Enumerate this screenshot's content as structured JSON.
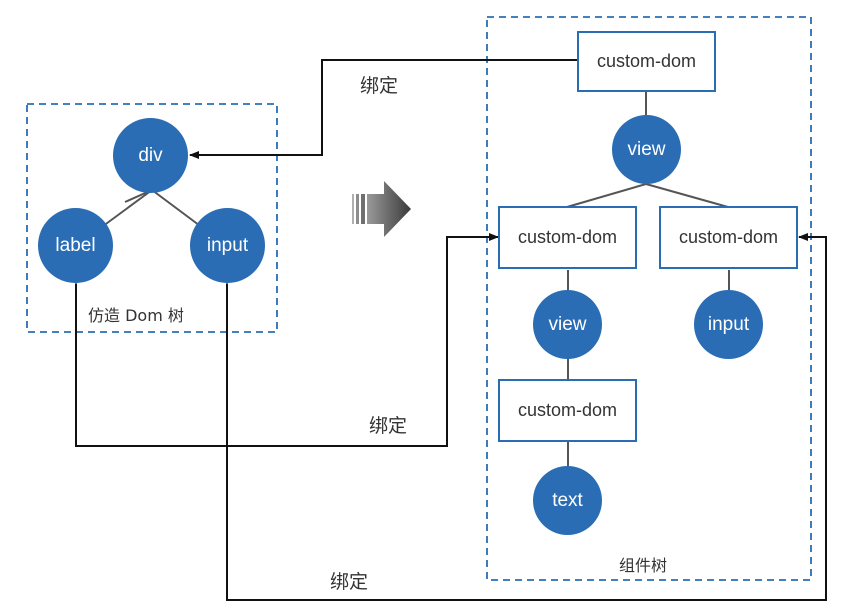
{
  "left_group": {
    "caption": "仿造 Dom  树",
    "nodes": {
      "div": "div",
      "label": "label",
      "input": "input"
    }
  },
  "right_group": {
    "caption": "组件树",
    "nodes": {
      "root_box": "custom-dom",
      "view_top": "view",
      "box_left": "custom-dom",
      "box_right": "custom-dom",
      "view_mid": "view",
      "input_right": "input",
      "box_bottom": "custom-dom",
      "text_leaf": "text"
    }
  },
  "bindings": {
    "top": "绑定",
    "middle": "绑定",
    "bottom": "绑定"
  },
  "colors": {
    "node_fill": "#2a6db5",
    "box_border": "#2a6db5",
    "group_border": "#2a6db5",
    "connector": "#555555",
    "arrow": "#111111",
    "transform_arrow": "#4d4d4d"
  }
}
